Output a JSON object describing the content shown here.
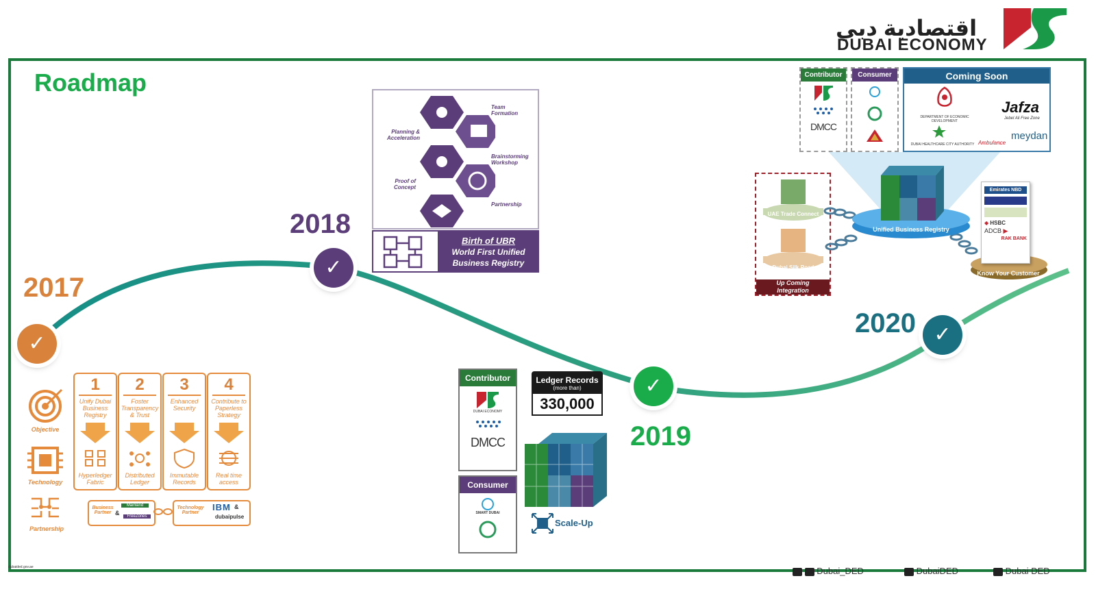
{
  "header": {
    "title": "Roadmap",
    "logo_arabic": "اقتصادية دبي",
    "logo_english": "DUBAI ECONOMY",
    "brand_red": "#c8242f",
    "brand_green": "#1a7a3c"
  },
  "years": {
    "y2017": "2017",
    "y2018": "2018",
    "y2019": "2019",
    "y2020": "2020"
  },
  "colors": {
    "c2017": "#d9823b",
    "c2018": "#5b3d7a",
    "c2019": "#1aab4b",
    "c2020": "#1a6f80",
    "curve": "#1a8f88"
  },
  "y2017_panel": {
    "objective_label": "Objective",
    "technology_label": "Technology",
    "partnership_label": "Partnership",
    "steps": [
      {
        "num": "1",
        "objective": "Unify Dubai Business Registry",
        "tech": "Hyperledger Fabric"
      },
      {
        "num": "2",
        "objective": "Foster Transparency & Trust",
        "tech": "Distributed Ledger"
      },
      {
        "num": "3",
        "objective": "Enhanced Security",
        "tech": "Immutable Records"
      },
      {
        "num": "4",
        "objective": "Contribute to Paperless Strategy",
        "tech": "Real time access"
      }
    ],
    "business_partner": "Business Partner",
    "mainland": "Mainland",
    "freezones": "FreeZones",
    "technology_partner": "Technology Partner",
    "ibm": "IBM",
    "dubaipulse": "dubaipulse",
    "amp": "&"
  },
  "y2018_panel": {
    "team_formation": "Team Formation",
    "planning": "Planning & Acceleration",
    "brainstorming": "Brainstorming Workshop",
    "proof": "Proof of Concept",
    "partnership": "Partnership",
    "birth_line1": "Birth of UBR",
    "birth_line2": "World First Unified",
    "birth_line3": "Business Registry"
  },
  "y2019_panel": {
    "contributor": "Contributor",
    "consumer": "Consumer",
    "dmcc": "DMCC",
    "dubai_economy_small": "DUBAI ECONOMY",
    "smart_dubai": "SMART DUBAI",
    "ledger_title": "Ledger Records",
    "ledger_sub": "(more than)",
    "ledger_value": "330,000",
    "scale_up": "Scale-Up"
  },
  "y2020_panel": {
    "contributor": "Contributor",
    "consumer": "Consumer",
    "coming_soon": "Coming Soon",
    "dmcc": "DMCC",
    "ded": "DEPARTMENT OF ECONOMIC DEVELOPMENT",
    "jafza": "Jafza",
    "jafza_sub": "Jebel Ali Free Zone",
    "dhcc": "DUBAI HEALTHCARE CITY AUTHORITY",
    "ambulance": "Ambulance",
    "meydan": "meydan",
    "uae_trade": "UAE Trade Connect",
    "silk_road": "Dubai Silk Road",
    "upcoming_line1": "Up Coming",
    "upcoming_line2": "Integration",
    "ubr": "Unified Business Registry",
    "kyc": "Know Your Customer",
    "emirates_nbd": "Emirates NBD",
    "hsbc": "HSBC",
    "adcb": "ADCB",
    "rak": "RAK BANK"
  },
  "footer": {
    "website": "dubaided.gov.ae",
    "social1": "Dubai_DED",
    "social2": "DubaiDED",
    "social3": "Dubai DED"
  }
}
